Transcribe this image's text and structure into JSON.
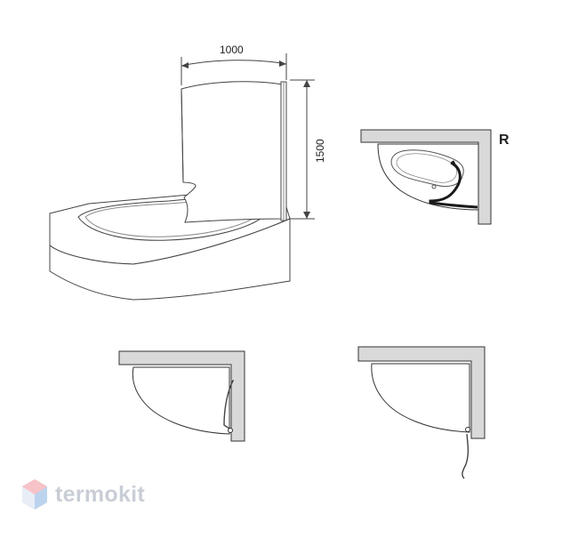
{
  "dimensions": {
    "width": "1000",
    "height": "1500"
  },
  "orientation_label": "R",
  "watermark": {
    "text": "termokit",
    "colors": [
      "#f2aab0",
      "#bcd3ee",
      "#e8eef6"
    ]
  },
  "colors": {
    "line": "#333333",
    "wall_fill": "#d9d9d9",
    "seal": "#1a1a1a"
  }
}
